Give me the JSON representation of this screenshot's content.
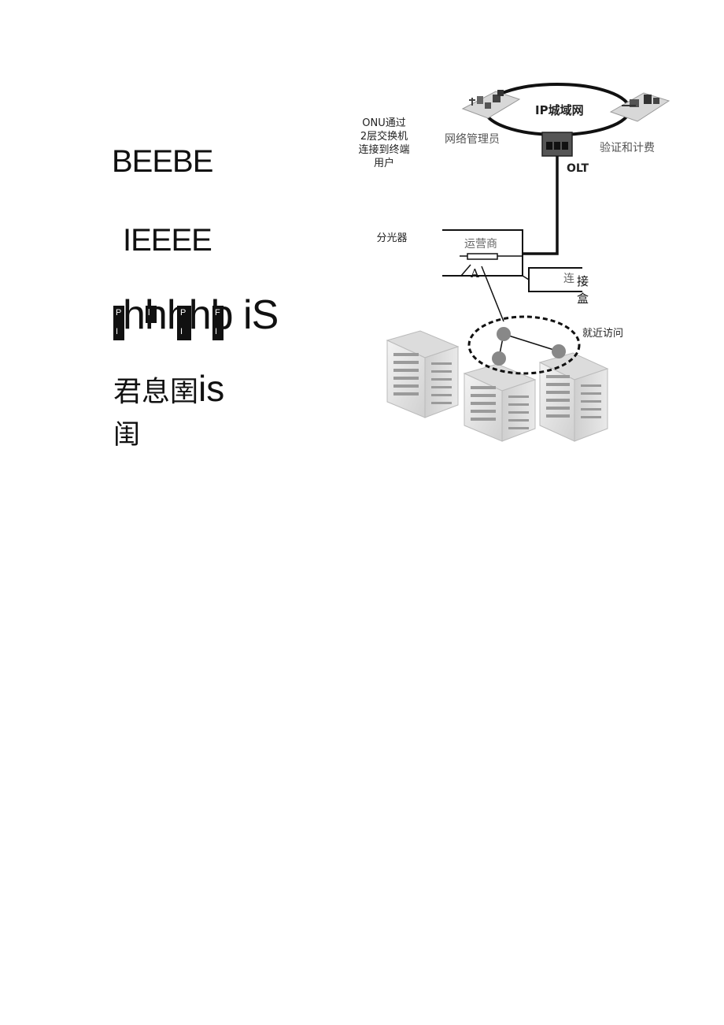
{
  "left_text": {
    "line1": "BEEBE",
    "line2": "IEEEE",
    "line3": "hhhhb iS",
    "line4_cn": "君息圉",
    "line4_latin": "is",
    "line5": "闺"
  },
  "diagram": {
    "ip_network": "IP城域网",
    "network_admin": "网络管理员",
    "auth_billing": "验证和计费",
    "olt": "OLT",
    "onu_note": [
      "ONU通过",
      "2层交换机",
      "连接到终端",
      "用户"
    ],
    "splitter": "分光器",
    "operator": "运营商",
    "connect_box_1": "连",
    "connect_box_2": "接",
    "connect_box_3": "盒",
    "letter_a": "A",
    "nearby_access": "就近访问"
  }
}
